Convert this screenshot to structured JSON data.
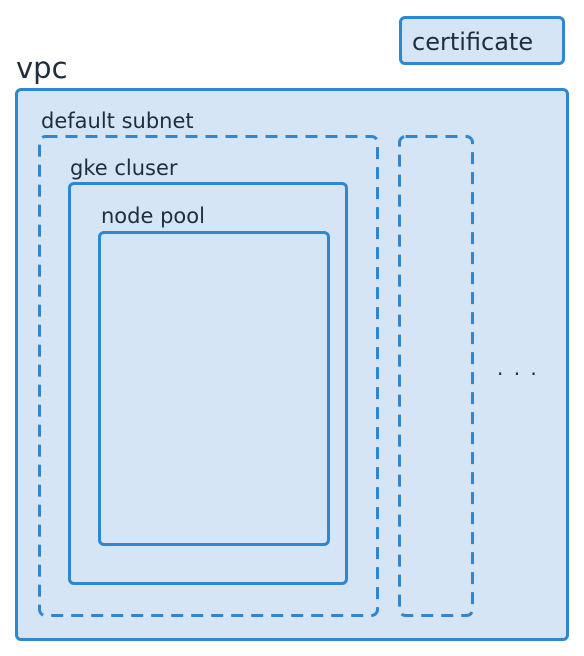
{
  "labels": {
    "certificate": "certificate",
    "vpc": "vpc",
    "default_subnet": "default subnet",
    "gke_cluster": "gke cluser",
    "node_pool": "node pool",
    "ellipsis": "· · ·"
  },
  "colors": {
    "border": "#2f86d1",
    "fill": "#d5e5f5",
    "text": "#1f2d3d"
  }
}
